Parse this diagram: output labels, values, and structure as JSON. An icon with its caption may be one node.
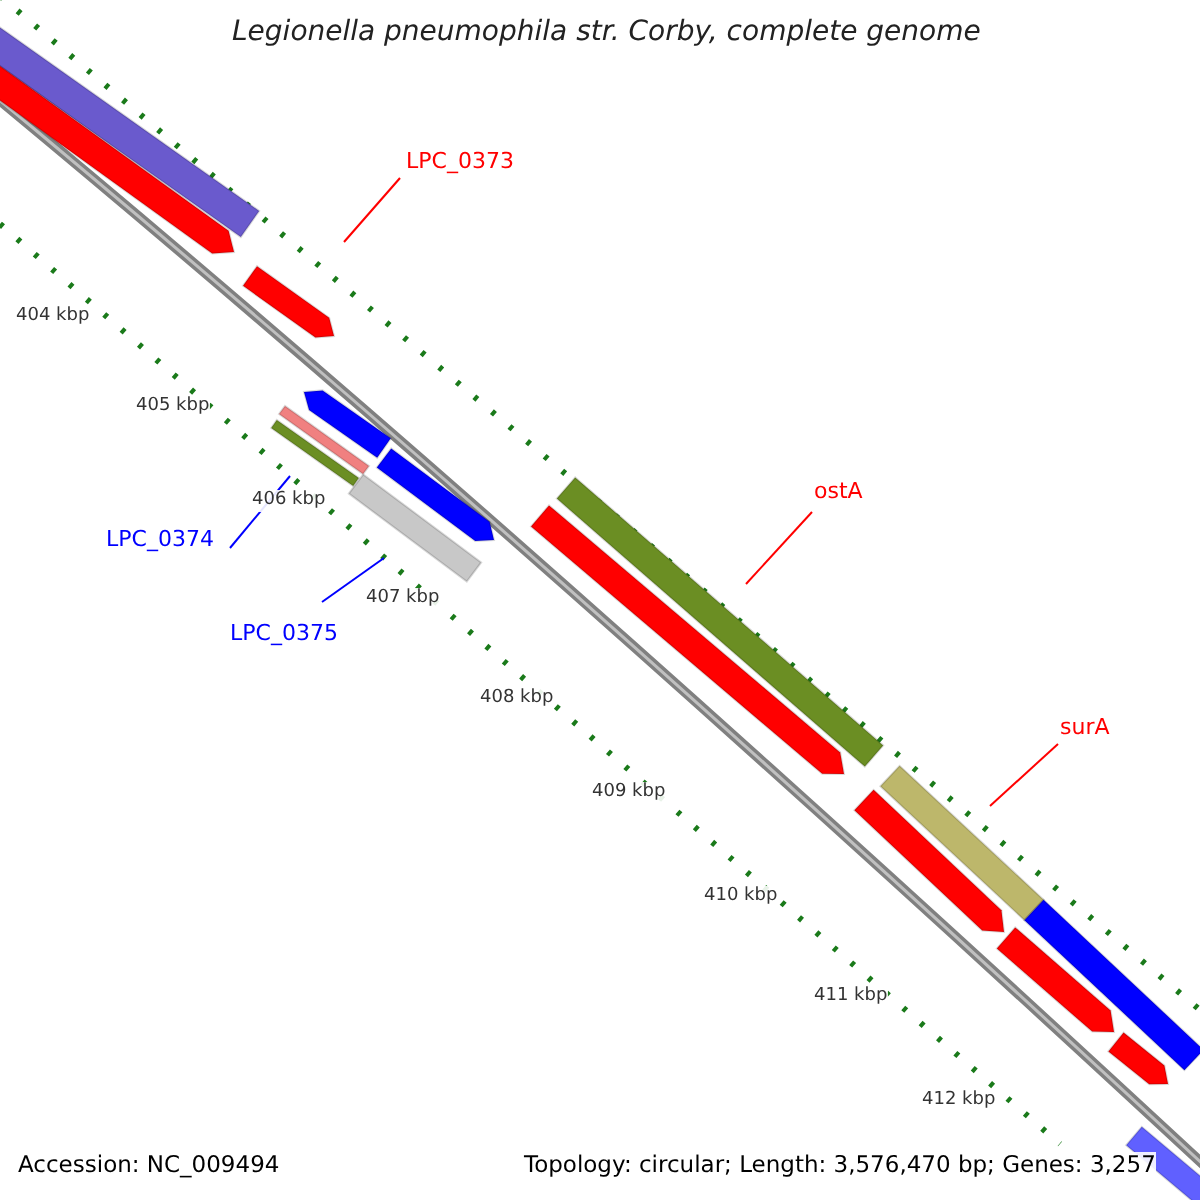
{
  "diagram": {
    "title": "Legionella pneumophila str. Corby, complete genome",
    "nodes": [
      {
        "text": [
          "LPC_0373"
        ]
      },
      {
        "text": [],
        "shape": "bar"
      },
      {
        "text": [
          "ostA"
        ]
      },
      {
        "text": [],
        "shape": "bar"
      },
      {
        "text": [
          "surA"
        ]
      },
      {
        "text": [],
        "shape": "bar"
      },
      {
        "text": [
          "LPC_0374"
        ]
      },
      {
        "text": [],
        "shape": "bar"
      },
      {
        "text": [
          "LPC_0375"
        ]
      },
      {
        "text": [],
        "shape": "bar"
      },
      {
        "text": [],
        "shape": "bar"
      },
      {
        "text": [],
        "shape": "bar"
      },
      {
        "text": [],
        "shape": "bar"
      },
      {
        "text": [],
        "shape": "bar"
      },
      {
        "text": [],
        "shape": "bar"
      },
      {
        "text": [],
        "shape": "bar"
      },
      {
        "text": [],
        "shape": "bar"
      },
      {
        "text": [],
        "shape": "bar"
      },
      {
        "text": [],
        "shape": "bar"
      },
      {
        "text": [],
        "shape": "bar"
      },
      {
        "text": [],
        "shape": "bar"
      }
    ],
    "edges": [
      {
        "from": 0,
        "to": 1,
        "arrow": "none"
      },
      {
        "from": 2,
        "to": 3,
        "arrow": "none"
      },
      {
        "from": 4,
        "to": 5,
        "arrow": "none"
      },
      {
        "from": 6,
        "to": 7,
        "arrow": "none",
        "color": "#0000ff"
      },
      {
        "from": 8,
        "to": 9,
        "arrow": "none",
        "color": "#0000ff"
      }
    ],
    "labels": [
      "404 kbp",
      "405 kbp",
      "406 kbp",
      "407 kbp",
      "408 kbp",
      "409 kbp",
      "410 kbp",
      "411 kbp",
      "412 kbp",
      "Accession: NC_009494",
      "Topology: circular; Length: 3,576,470 bp; Genes: 3,257"
    ]
  }
}
